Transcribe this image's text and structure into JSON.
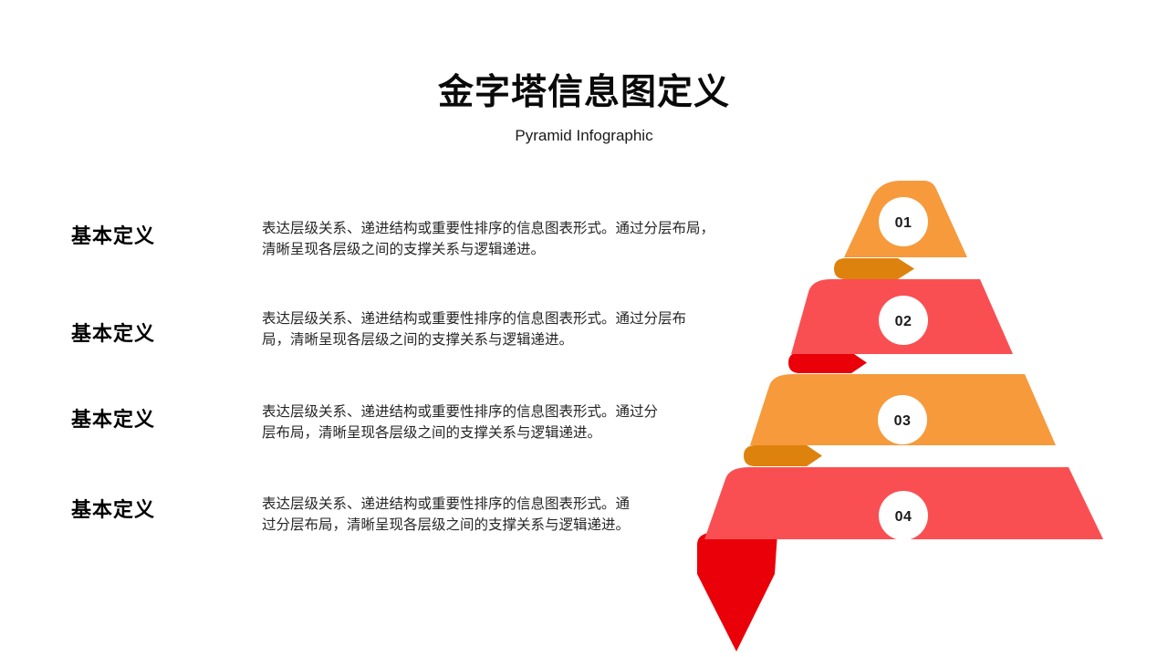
{
  "slide": {
    "title": "金字塔信息图定义",
    "subtitle": "Pyramid Infographic"
  },
  "rows": [
    {
      "label": "基本定义",
      "text": "表达层级关系、递进结构或重要性排序的信息图表形式。通过分层布局，\n清晰呈现各层级之间的支撑关系与逻辑递进。"
    },
    {
      "label": "基本定义",
      "text": "表达层级关系、递进结构或重要性排序的信息图表形式。通过分层布\n局，清晰呈现各层级之间的支撑关系与逻辑递进。"
    },
    {
      "label": "基本定义",
      "text": "表达层级关系、递进结构或重要性排序的信息图表形式。通过分\n层布局，清晰呈现各层级之间的支撑关系与逻辑递进。"
    },
    {
      "label": "基本定义",
      "text": "表达层级关系、递进结构或重要性排序的信息图表形式。通\n过分层布局，清晰呈现各层级之间的支撑关系与逻辑递进。"
    }
  ],
  "pyramid": {
    "levels": [
      {
        "number": "01",
        "band_color": "#F69A3C",
        "fold_color": "#DE820E"
      },
      {
        "number": "02",
        "band_color": "#FA4F52",
        "fold_color": "#EA0008"
      },
      {
        "number": "03",
        "band_color": "#F69A3C",
        "fold_color": "#DE820E"
      },
      {
        "number": "04",
        "band_color": "#FA4F52",
        "fold_color": "#EA0008"
      }
    ],
    "circle_color": "#ffffff",
    "number_color": "#1a1a1a"
  }
}
